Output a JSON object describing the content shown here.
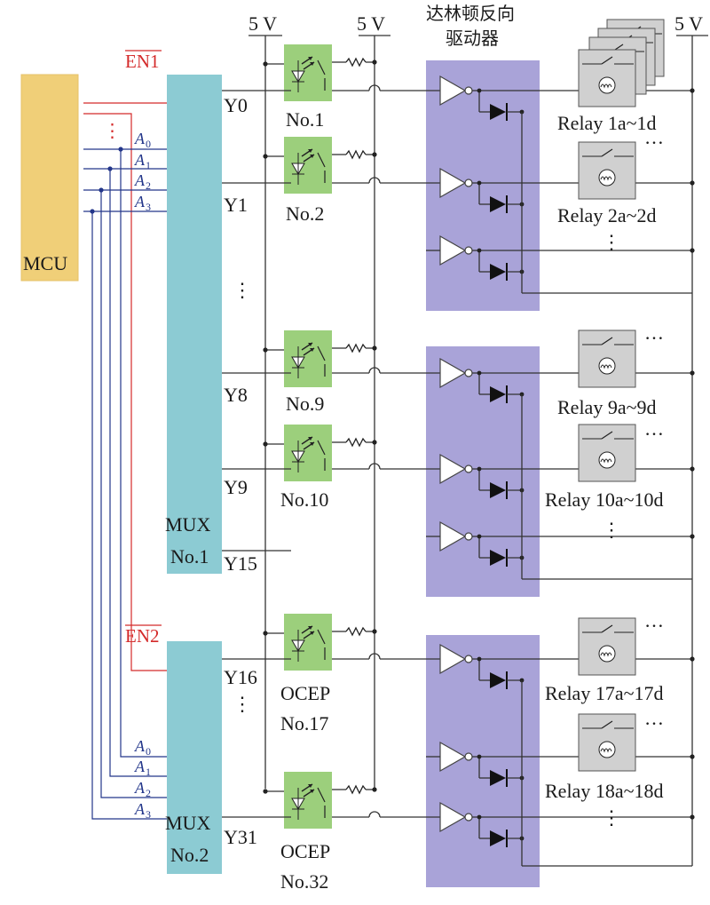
{
  "supply": {
    "label": "5 V"
  },
  "mcu": {
    "label": "MCU",
    "color": "#f0cf78"
  },
  "mux1": {
    "name": "MUX",
    "num": "No.1",
    "enable": "EN1",
    "color": "#8ccbd3"
  },
  "mux2": {
    "name": "MUX",
    "num": "No.2",
    "enable": "EN2",
    "color": "#8ccbd3"
  },
  "address": {
    "letter": "A",
    "subs": [
      "0",
      "1",
      "2",
      "3"
    ],
    "dots": "⋮"
  },
  "darlington": {
    "title_line1": "达林顿反向",
    "title_line2": "驱动器",
    "color": "#a9a3d8"
  },
  "opto_color": "#9ccf7c",
  "relay_color": "#d0d0d0",
  "outputs": {
    "y0": "Y0",
    "y1": "Y1",
    "y8": "Y8",
    "y9": "Y9",
    "y15": "Y15",
    "y16": "Y16",
    "y31": "Y31",
    "dots": "⋮"
  },
  "optos": {
    "no1": "No.1",
    "no2": "No.2",
    "no9": "No.9",
    "no10": "No.10",
    "ocep": "OCEP",
    "no17": "No.17",
    "no32": "No.32"
  },
  "relays": {
    "r1": "Relay 1a~1d",
    "r2": "Relay 2a~2d",
    "r9": "Relay 9a~9d",
    "r10": "Relay 10a~10d",
    "r17": "Relay 17a~17d",
    "r18": "Relay 18a~18d",
    "dots_h": "…",
    "dots_v": "⋮"
  }
}
